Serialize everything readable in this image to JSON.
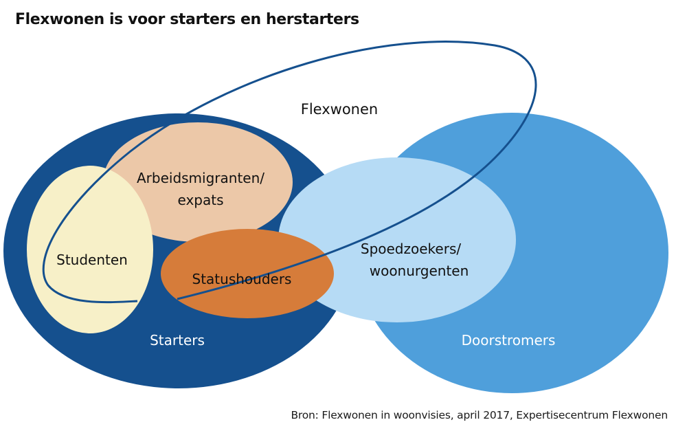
{
  "title": "Flexwonen is voor starters en herstarters",
  "source": "Bron: Flexwonen in woonvisies, april 2017, Expertisecentrum Flexwonen",
  "colors": {
    "starters": "#15508e",
    "doorstromers": "#4f9fdb",
    "arbeidsmigranten": "#ecc8a8",
    "studenten": "#f7f0c8",
    "statushouders": "#d67c3a",
    "spoedzoekers": "#b6dbf5",
    "flexwonen_outline": "#15508e"
  },
  "groups": {
    "starters": {
      "label": "Starters"
    },
    "doorstromers": {
      "label": "Doorstromers"
    },
    "flexwonen": {
      "label": "Flexwonen"
    },
    "studenten": {
      "label": "Studenten"
    },
    "arbeidsmigranten": {
      "line1": "Arbeidsmigranten/",
      "line2": "expats"
    },
    "statushouders": {
      "label": "Statushouders"
    },
    "spoedzoekers": {
      "line1": "Spoedzoekers/",
      "line2": "woonurgenten"
    }
  }
}
